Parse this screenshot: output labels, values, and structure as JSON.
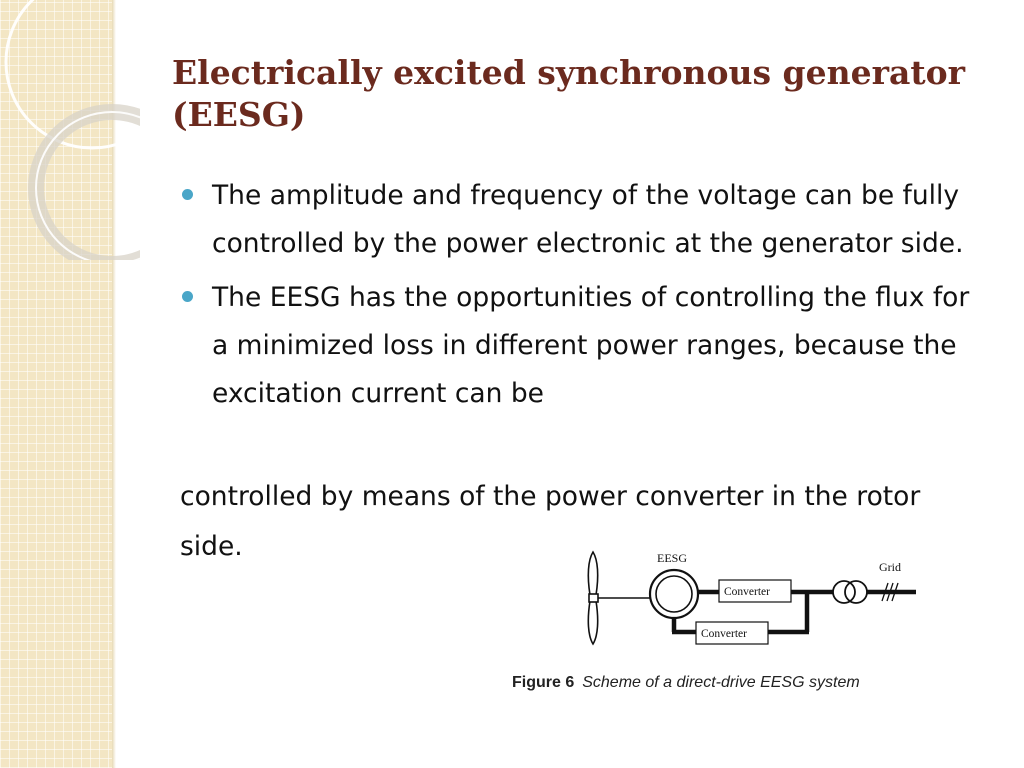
{
  "slide": {
    "title": "Electrically excited synchronous generator (EESG)",
    "bullets": [
      "The amplitude and frequency of the voltage can be fully controlled by the power electronic at the generator side.",
      "The EESG has the opportunities of controlling the flux for a minimized loss in different power ranges, because the excitation current can be"
    ],
    "continuation": "controlled by means of the power converter in the rotor side."
  },
  "figure": {
    "generator_label": "EESG",
    "converter_top_label": "Converter",
    "converter_bottom_label": "Converter",
    "grid_label": "Grid",
    "caption_label": "Figure 6",
    "caption_text": "Scheme of a direct-drive EESG system"
  },
  "colors": {
    "title": "#6b2a1e",
    "bullet": "#4aa6c8",
    "sidebar": "#f3e6c4"
  }
}
